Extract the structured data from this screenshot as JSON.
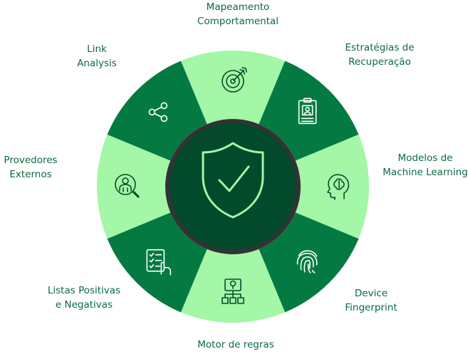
{
  "colors": {
    "dark_segment": "#047a42",
    "light_segment": "#a3f7a6",
    "center_fill": "#024a2b",
    "center_ring": "#333333",
    "label_text": "#0a6a3f",
    "icon_on_dark": "#ffffff",
    "icon_on_light": "#0a4a2e",
    "shield_stroke": "#a3f7a6"
  },
  "center": {
    "icon": "shield-check-icon"
  },
  "segments": [
    {
      "id": "mapeamento",
      "lines": [
        "Mapeamento",
        "Comportamental"
      ],
      "icon": "target-icon",
      "shade": "light"
    },
    {
      "id": "estrategias",
      "lines": [
        "Estratégias de",
        "Recuperação"
      ],
      "icon": "clipboard-id-icon",
      "shade": "dark"
    },
    {
      "id": "modelos",
      "lines": [
        "Modelos de",
        "Machine Learning"
      ],
      "icon": "brain-head-icon",
      "shade": "light"
    },
    {
      "id": "device",
      "lines": [
        "Device",
        "Fingerprint"
      ],
      "icon": "fingerprint-icon",
      "shade": "dark"
    },
    {
      "id": "motor",
      "lines": [
        "Motor de regras"
      ],
      "icon": "rules-tree-icon",
      "shade": "light"
    },
    {
      "id": "listas",
      "lines": [
        "Listas Positivas",
        "e Negativas"
      ],
      "icon": "checklist-hand-icon",
      "shade": "dark"
    },
    {
      "id": "provedores",
      "lines": [
        "Provedores",
        "Externos"
      ],
      "icon": "person-search-icon",
      "shade": "light"
    },
    {
      "id": "link",
      "lines": [
        "Link",
        "Analysis"
      ],
      "icon": "share-nodes-icon",
      "shade": "dark"
    }
  ]
}
